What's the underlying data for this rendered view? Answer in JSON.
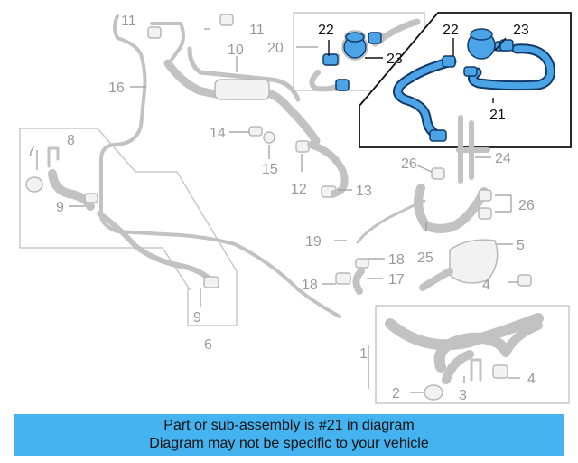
{
  "callouts": {
    "c1": "1",
    "c2": "2",
    "c3": "3",
    "c4a": "4",
    "c4b": "4",
    "c5": "5",
    "c6": "6",
    "c7": "7",
    "c8": "8",
    "c9a": "9",
    "c9b": "9",
    "c10": "10",
    "c11a": "11",
    "c11b": "11",
    "c12": "12",
    "c13": "13",
    "c14": "14",
    "c15": "15",
    "c16": "16",
    "c17": "17",
    "c18a": "18",
    "c18b": "18",
    "c19": "19",
    "c20": "20",
    "c21": "21",
    "c22a": "22",
    "c22b": "22",
    "c23a": "23",
    "c23b": "23",
    "c24": "24",
    "c25": "25",
    "c26a": "26",
    "c26b": "26"
  },
  "banner": {
    "line1": "Part or sub-assembly is #21 in diagram",
    "line2": "Diagram may not be specific to your vehicle"
  },
  "colors": {
    "highlight": "#4aa4e6",
    "highlight_outline": "#123a6a",
    "banner": "#45b3f0",
    "parts": "#c2c2c2"
  }
}
